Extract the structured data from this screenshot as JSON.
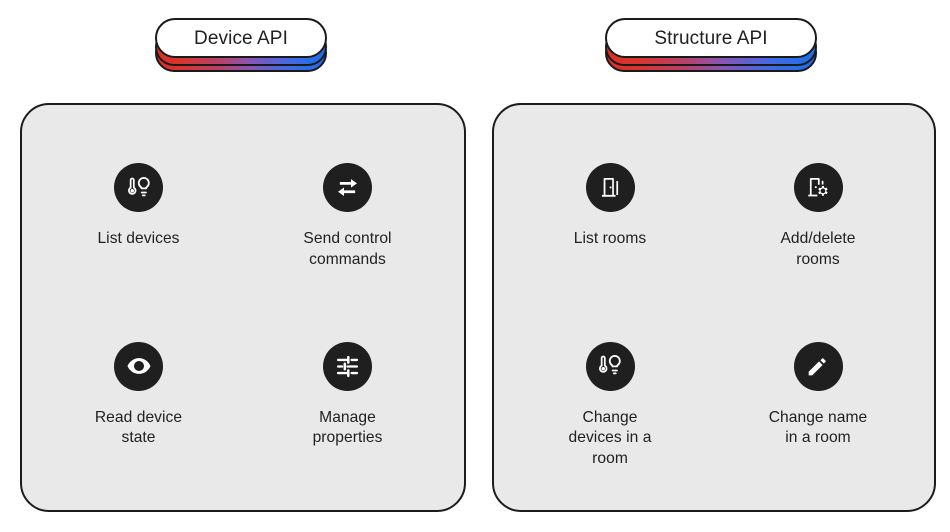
{
  "colors": {
    "background": "#ffffff",
    "panel_fill": "#e9e9e9",
    "panel_border": "#1c1c1c",
    "icon_circle": "#1f1f1f",
    "icon_glyph": "#ffffff",
    "text": "#202124",
    "gradient_start": "#dc2f26",
    "gradient_mid": "#8a55b4",
    "gradient_end": "#2b6fe8"
  },
  "sections": [
    {
      "id": "device-api",
      "pill_label": "Device API",
      "items": [
        {
          "label": "List devices",
          "icon": "thermometer-bulb-devices-icon"
        },
        {
          "label": "Send control\ncommands",
          "icon": "swap-horizontal-arrows-icon"
        },
        {
          "label": "Read device\nstate",
          "icon": "eye-visibility-icon"
        },
        {
          "label": "Manage\nproperties",
          "icon": "tune-sliders-icon"
        }
      ]
    },
    {
      "id": "structure-api",
      "pill_label": "Structure API",
      "items": [
        {
          "label": "List rooms",
          "icon": "door-room-icon"
        },
        {
          "label": "Add/delete\nrooms",
          "icon": "door-with-gear-icon"
        },
        {
          "label": "Change\ndevices in a\nroom",
          "icon": "thermometer-bulb-devices-icon"
        },
        {
          "label": "Change name\nin a room",
          "icon": "pencil-edit-icon"
        }
      ]
    }
  ]
}
